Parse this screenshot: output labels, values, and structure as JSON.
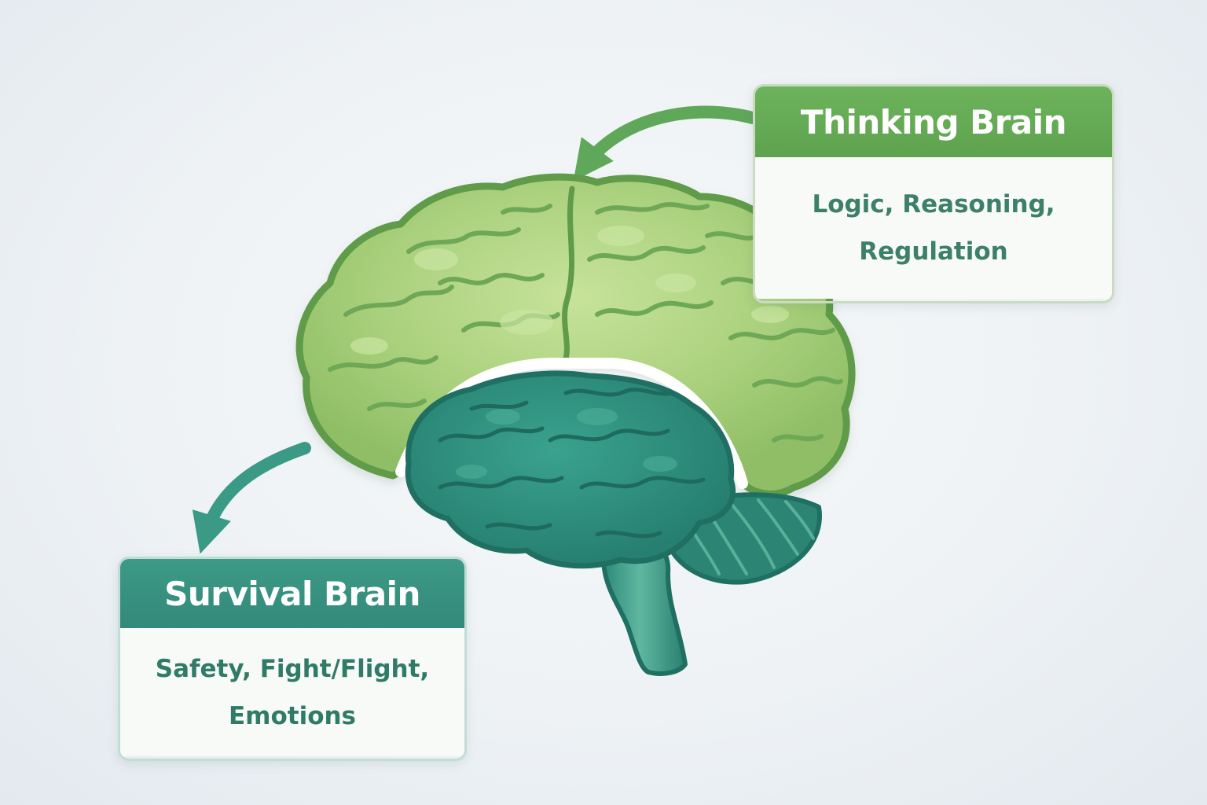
{
  "thinking_brain": {
    "title": "Thinking Brain",
    "description_lines": [
      "Logic, Reasoning,",
      "Regulation"
    ],
    "accent": "#66ad56"
  },
  "survival_brain": {
    "title": "Survival Brain",
    "description_lines": [
      "Safety, Fight/Flight,",
      "Emotions"
    ],
    "accent": "#36917f"
  },
  "colors": {
    "cortex_fill": "#a9d07c",
    "cortex_outline": "#5e9b48",
    "limbic_fill": "#2f8f7e",
    "limbic_outline": "#1f6f62",
    "arrow_thinking": "#5fa85a",
    "arrow_survival": "#3b9a86"
  },
  "icons": [
    "cortex-brain-icon",
    "limbic-brain-icon",
    "cerebellum-icon",
    "brainstem-icon"
  ]
}
